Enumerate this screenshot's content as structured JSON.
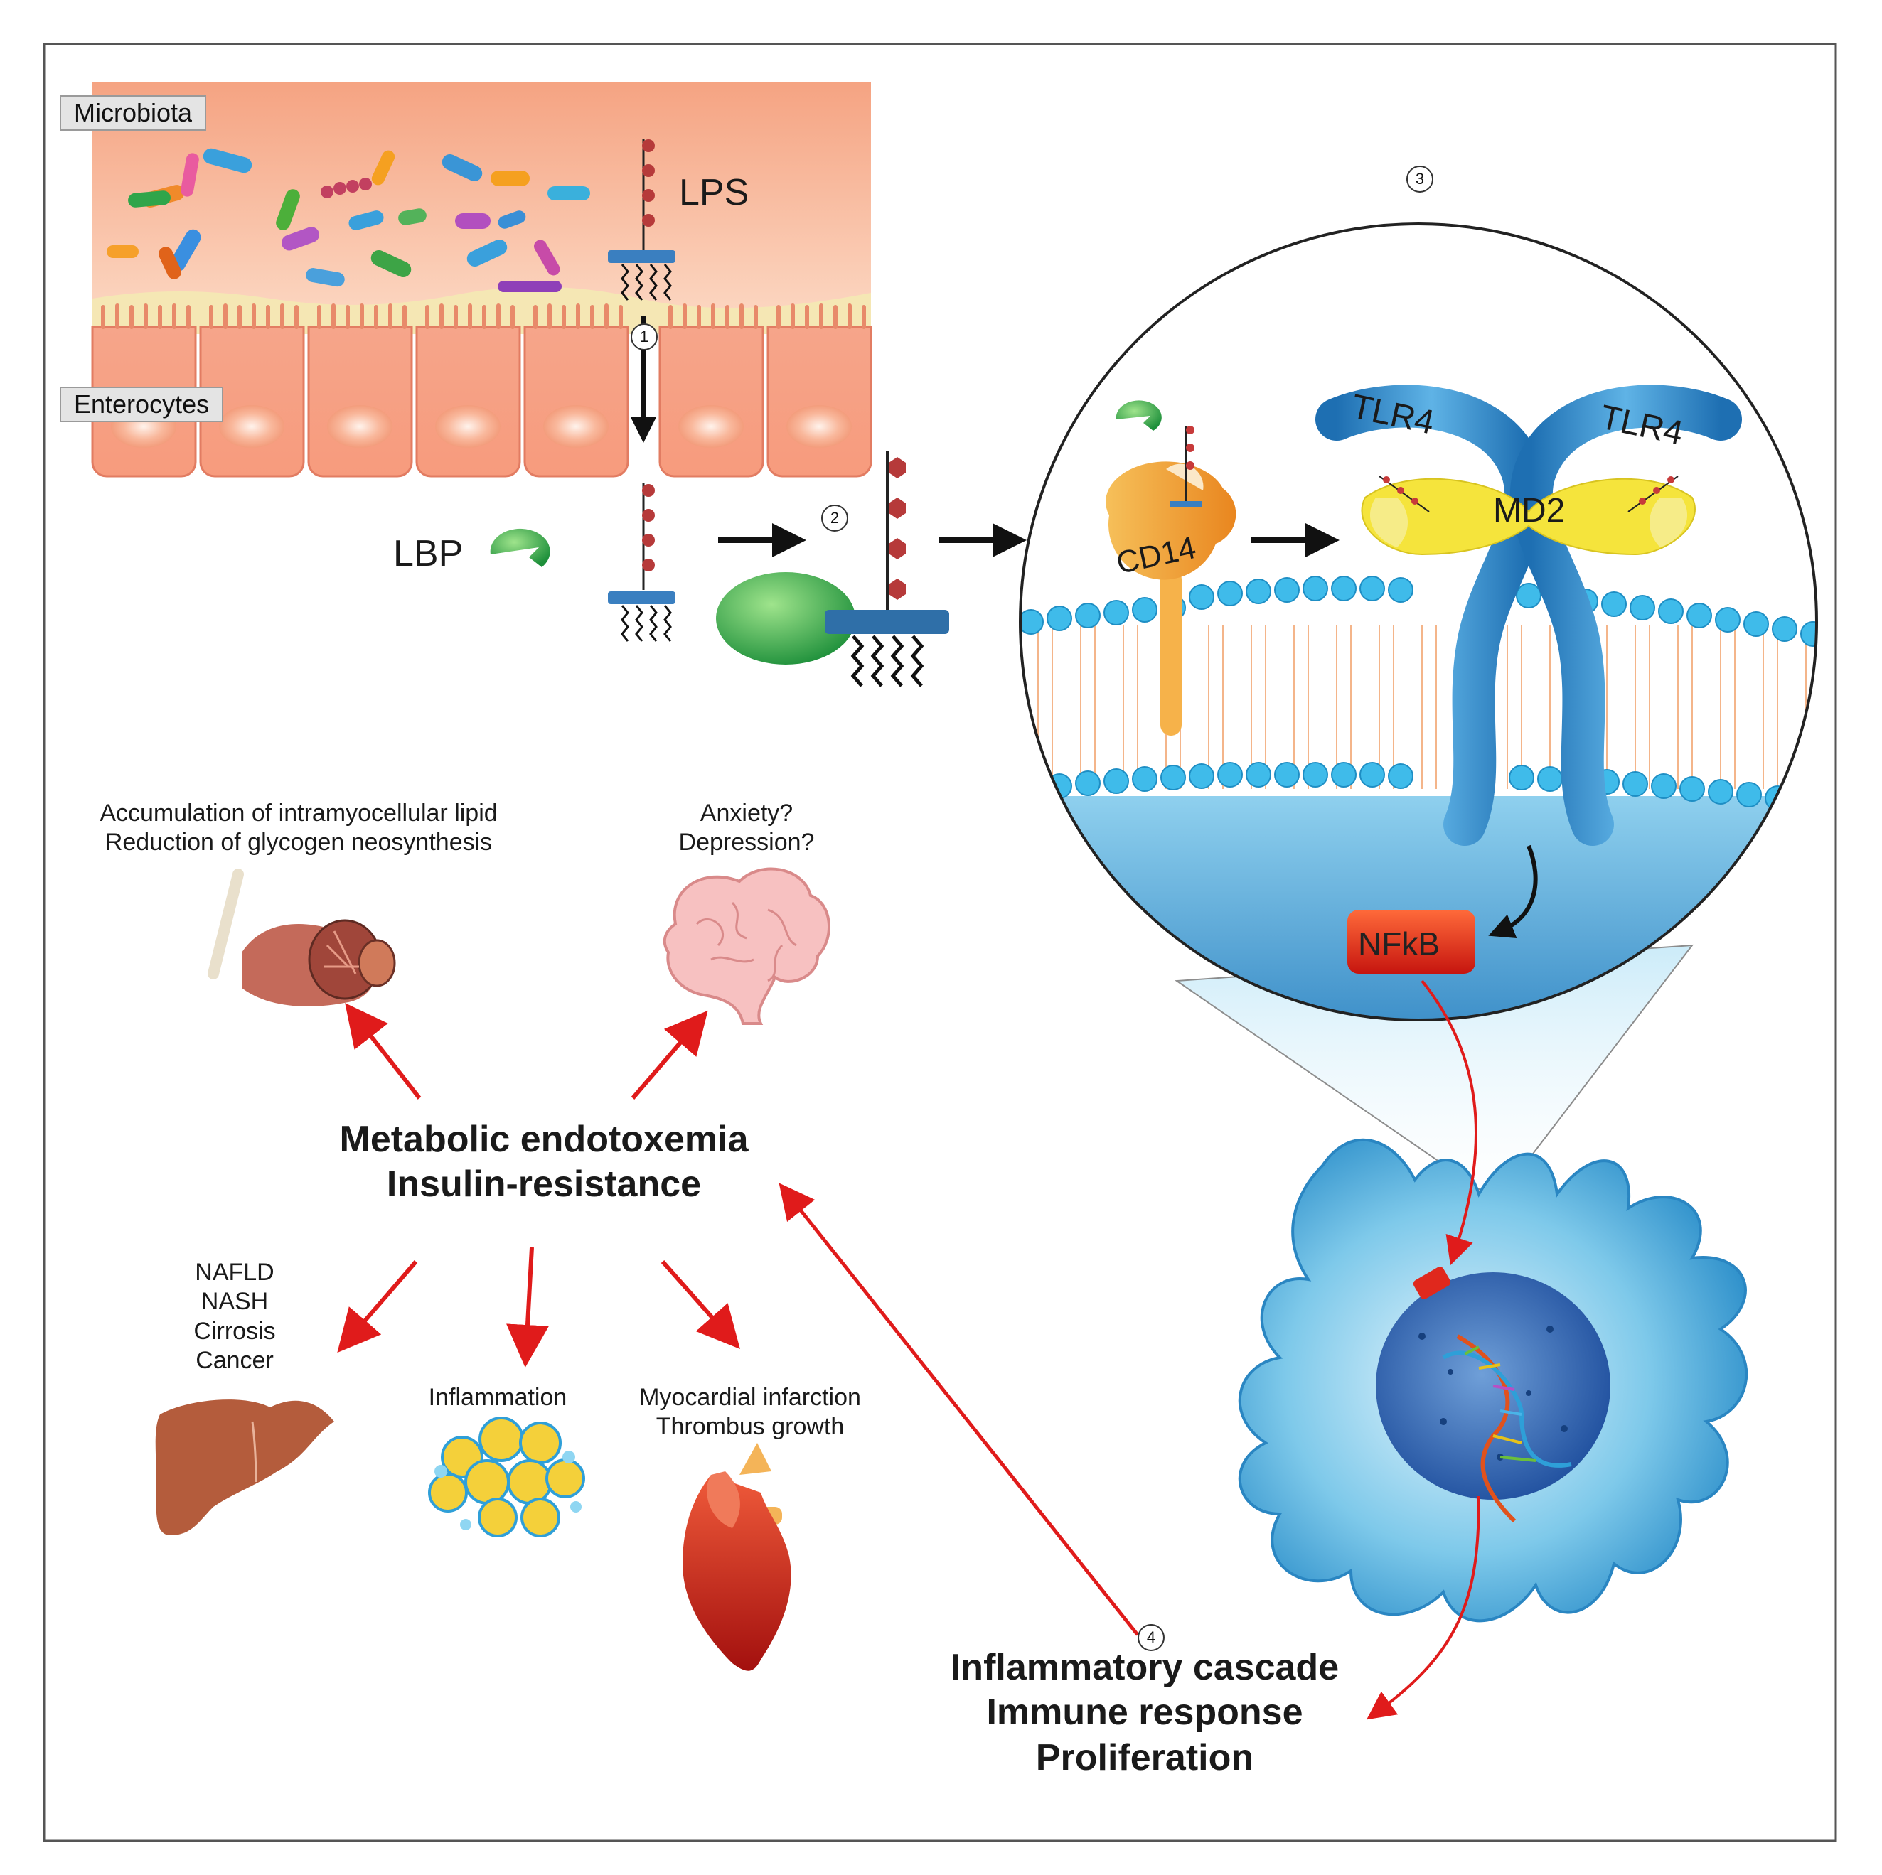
{
  "labels": {
    "microbiota": "Microbiota",
    "enterocytes": "Enterocytes",
    "lps": "LPS",
    "lbp": "LBP",
    "cd14": "CD14",
    "tlr4_left": "TLR4",
    "tlr4_right": "TLR4",
    "md2": "MD2",
    "nfkb": "NFkB"
  },
  "steps": [
    "1",
    "2",
    "3",
    "4"
  ],
  "effects": {
    "muscle": [
      "Accumulation of intramyocellular lipid",
      "Reduction of glycogen neosynthesis"
    ],
    "brain": [
      "Anxiety?",
      "Depression?"
    ],
    "liver": [
      "NAFLD",
      "NASH",
      "Cirrosis",
      "Cancer"
    ],
    "adipose": "Inflammation",
    "heart": [
      "Myocardial infarction",
      "Thrombus growth"
    ]
  },
  "central": [
    "Metabolic endotoxemia",
    "Insulin-resistance"
  ],
  "cascade": [
    "Inflammatory cascade",
    "Immune response",
    "Proliferation"
  ],
  "colors": {
    "gut": "#f6b59a",
    "membrane_head": "#4ec3ee",
    "tlr4": "#2f86c6",
    "md2": "#f4e23a",
    "cd14": "#f2a132",
    "lbp": "#2fae4a",
    "nfkb": "#e0281d",
    "arrow_red": "#e01b1b"
  }
}
